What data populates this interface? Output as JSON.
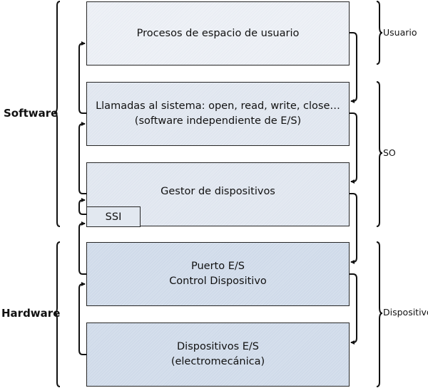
{
  "diagram": {
    "layers": [
      {
        "id": "user-processes",
        "text": "Procesos de espacio de usuario"
      },
      {
        "id": "system-calls",
        "text": "Llamadas al sistema: open, read, write, close…\n(software independiente de E/S)"
      },
      {
        "id": "device-manager",
        "text": "Gestor de dispositivos"
      },
      {
        "id": "io-port",
        "text": "Puerto E/S\nControl Dispositivo"
      },
      {
        "id": "io-devices",
        "text": "Dispositivos E/S\n(electromecánica)"
      }
    ],
    "ssi_label": "SSI",
    "left_groups": {
      "software": "Software",
      "hardware": "Hardware"
    },
    "right_groups": {
      "usuario": "Usuario",
      "so": "SO",
      "dispositivo": "Dispositivo"
    },
    "flows": {
      "downward_side": "right",
      "upward_side": "left"
    },
    "colors": {
      "software_fill_light": "#eef1f6",
      "software_fill": "#e4e9f1",
      "hardware_fill": "#d5dfec",
      "border": "#262626"
    }
  }
}
